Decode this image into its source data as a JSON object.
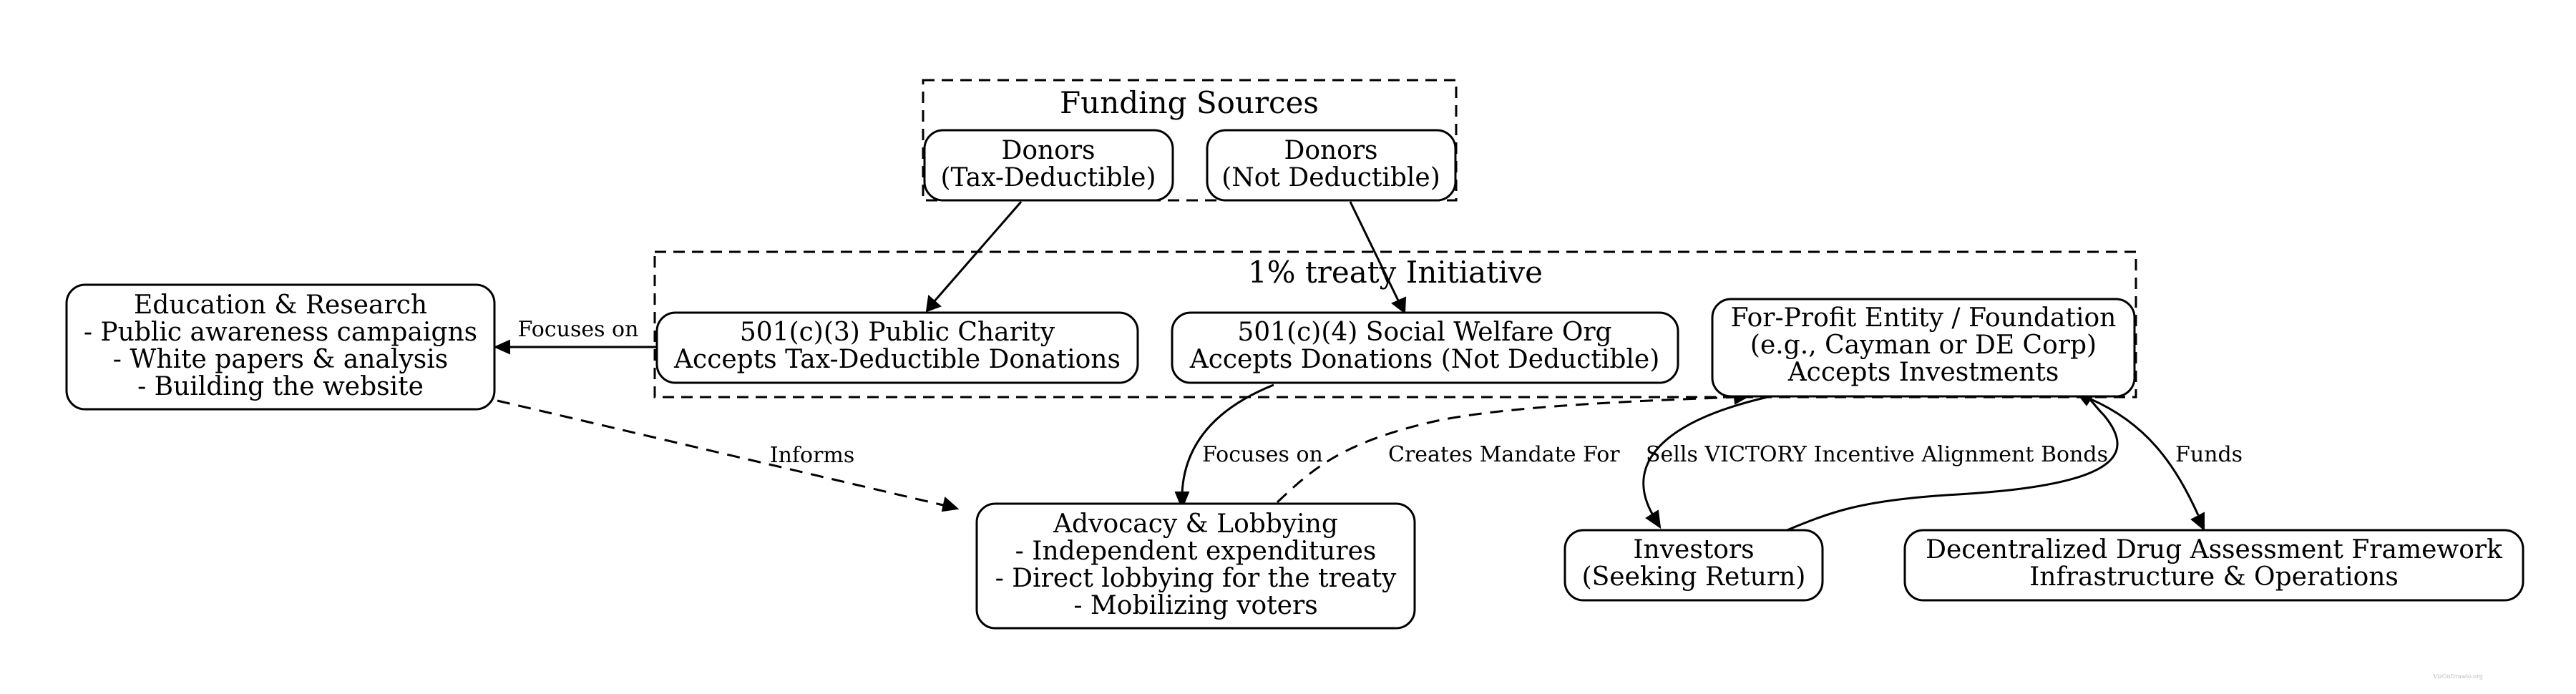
{
  "clusters": {
    "funding": {
      "title": "Funding Sources"
    },
    "initiative": {
      "title": "1% treaty Initiative"
    }
  },
  "nodes": {
    "donors_tax": {
      "lines": [
        "Donors",
        "(Tax-Deductible)"
      ]
    },
    "donors_nontax": {
      "lines": [
        "Donors",
        "(Not Deductible)"
      ]
    },
    "charity": {
      "lines": [
        "501(c)(3) Public Charity",
        "Accepts Tax-Deductible Donations"
      ]
    },
    "social_welfare": {
      "lines": [
        "501(c)(4) Social Welfare Org",
        "Accepts Donations (Not Deductible)"
      ]
    },
    "for_profit": {
      "lines": [
        "For-Profit Entity / Foundation",
        "(e.g., Cayman or DE Corp)",
        "Accepts Investments"
      ]
    },
    "education": {
      "lines": [
        "Education & Research",
        "- Public awareness campaigns",
        "- White papers & analysis",
        "- Building the website"
      ]
    },
    "advocacy": {
      "lines": [
        "Advocacy & Lobbying",
        "- Independent expenditures",
        "- Direct lobbying for the treaty",
        "- Mobilizing voters"
      ]
    },
    "investors": {
      "lines": [
        "Investors",
        "(Seeking Return)"
      ]
    },
    "dda": {
      "lines": [
        "Decentralized Drug Assessment Framework",
        "Infrastructure & Operations"
      ]
    }
  },
  "edges": {
    "charity_education": {
      "label": "Focuses on"
    },
    "education_advocacy": {
      "label": "Informs"
    },
    "social_advocacy": {
      "label": "Focuses on"
    },
    "advocacy_forprofit": {
      "label": "Creates Mandate For"
    },
    "forprofit_investors": {
      "label": "Sells VICTORY Incentive Alignment Bonds"
    },
    "forprofit_dda": {
      "label": "Funds"
    }
  },
  "watermark": "VizOnDrawio.org"
}
